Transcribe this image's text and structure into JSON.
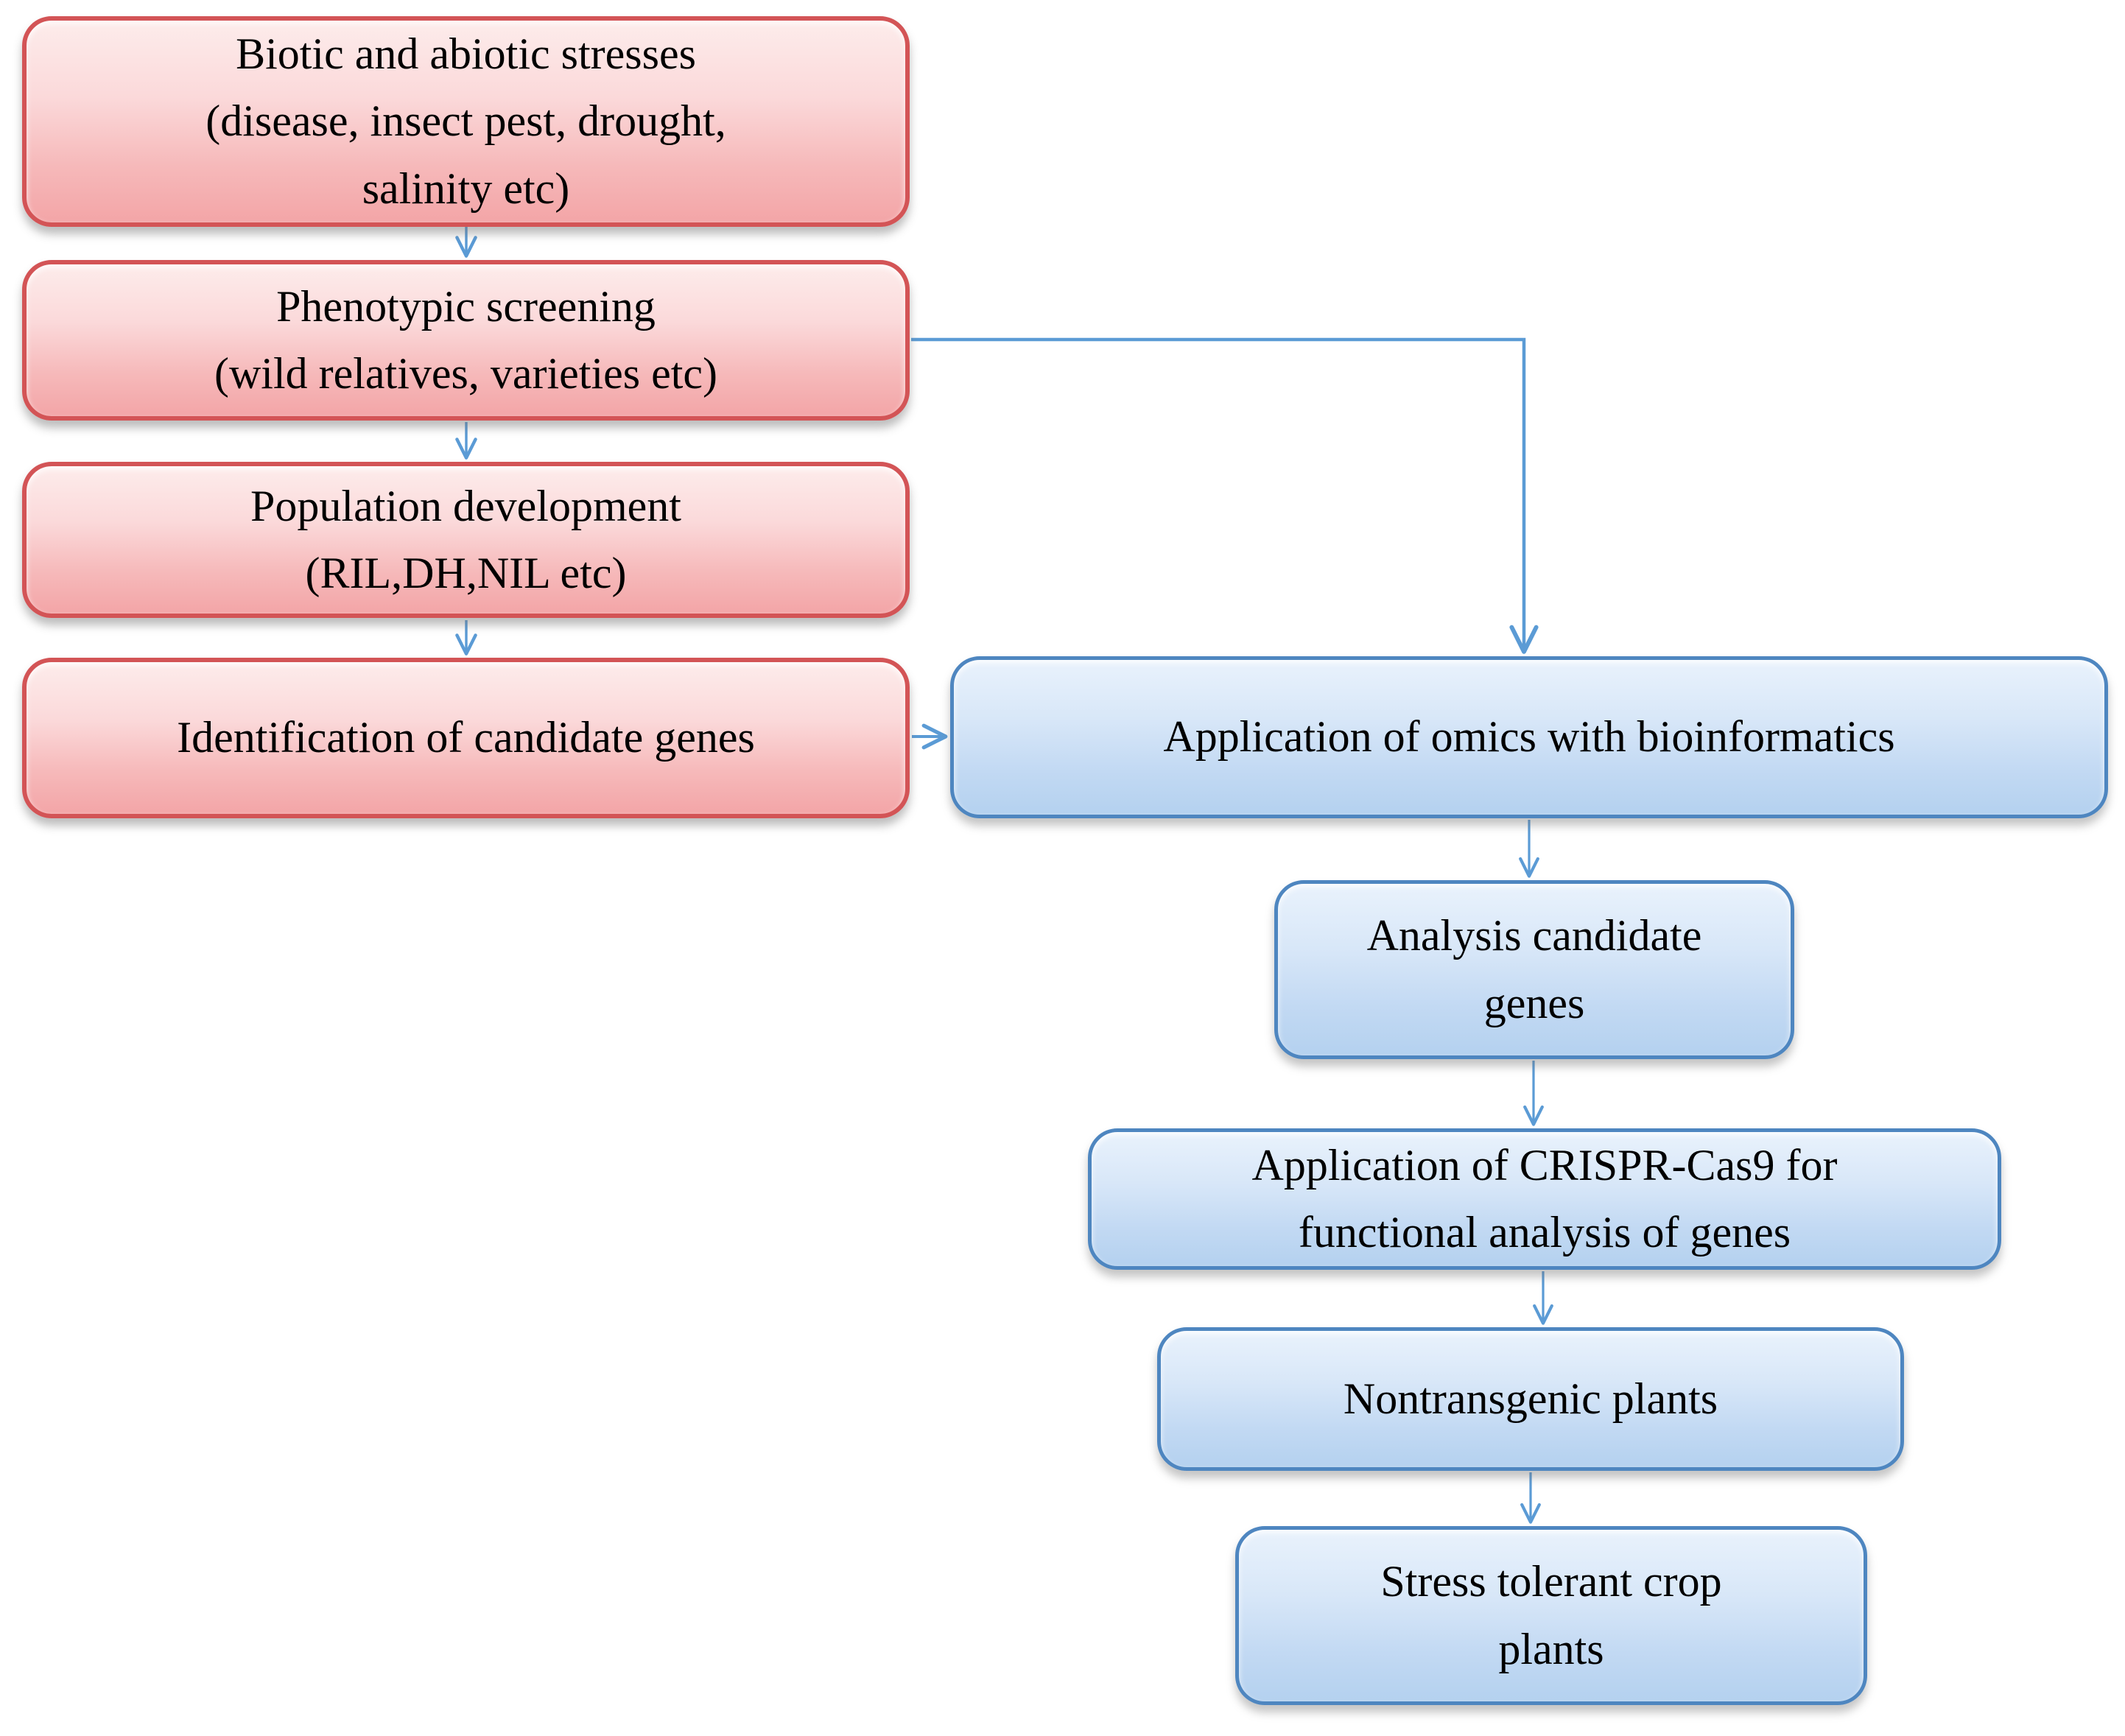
{
  "diagram": {
    "description": "Flowchart of crop stress-tolerance breeding pipeline combining phenotypic screening, omics and CRISPR-Cas9"
  },
  "colors": {
    "background": "#ffffff",
    "pink_fill_top": "#fdeceb",
    "pink_fill_bottom": "#f3a5a7",
    "pink_border": "#d35456",
    "blue_fill_top": "#e9f2fc",
    "blue_fill_bottom": "#b4d1ef",
    "blue_border": "#4e86c0",
    "connector": "#5b9bd5",
    "text": "#000000"
  },
  "nodes": {
    "biotic": {
      "kind": "pink",
      "lines": [
        "Biotic and abiotic stresses",
        "(disease, insect pest, drought,",
        "salinity etc)"
      ]
    },
    "phenotypic": {
      "kind": "pink",
      "lines": [
        "Phenotypic screening",
        "(wild relatives, varieties etc)"
      ]
    },
    "population": {
      "kind": "pink",
      "lines": [
        "Population development",
        "(RIL,DH,NIL etc)"
      ]
    },
    "identification": {
      "kind": "pink",
      "lines": [
        "Identification of candidate genes"
      ]
    },
    "omics": {
      "kind": "blue",
      "lines": [
        "Application of omics with bioinformatics"
      ]
    },
    "analysis": {
      "kind": "blue",
      "lines": [
        "Analysis candidate",
        "genes"
      ]
    },
    "crispr": {
      "kind": "blue",
      "lines": [
        "Application of CRISPR-Cas9 for",
        "functional analysis of genes"
      ]
    },
    "nontransgenic": {
      "kind": "blue",
      "lines": [
        "Nontransgenic plants"
      ]
    },
    "stress_tolerant": {
      "kind": "blue",
      "lines": [
        "Stress tolerant crop",
        "plants"
      ]
    }
  },
  "edges": [
    {
      "from": "biotic",
      "to": "phenotypic"
    },
    {
      "from": "phenotypic",
      "to": "population"
    },
    {
      "from": "population",
      "to": "identification"
    },
    {
      "from": "identification",
      "to": "omics"
    },
    {
      "from": "phenotypic",
      "to": "omics"
    },
    {
      "from": "omics",
      "to": "analysis"
    },
    {
      "from": "analysis",
      "to": "crispr"
    },
    {
      "from": "crispr",
      "to": "nontransgenic"
    },
    {
      "from": "nontransgenic",
      "to": "stress_tolerant"
    }
  ]
}
